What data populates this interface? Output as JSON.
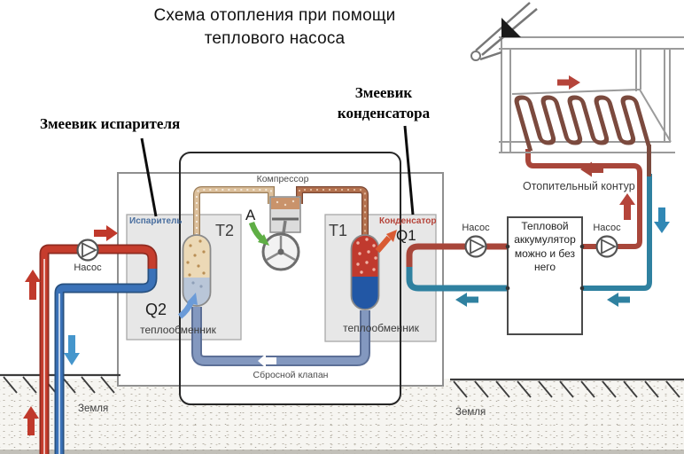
{
  "title": {
    "line1": "Схема отопления при помощи",
    "line2": "теплового насоса"
  },
  "annotations": {
    "evaporator_coil": "Змеевик испарителя",
    "condenser_coil_line1": "Змеевик",
    "condenser_coil_line2": "конденсатора"
  },
  "heat_pump": {
    "compressor": "Компрессор",
    "evaporator": "Испаритель",
    "condenser": "Конденсатор",
    "tank_left": "T2",
    "tank_right": "T1",
    "point_a": "A",
    "heat_in": "Q2",
    "heat_out": "Q1",
    "heat_exchanger_left": "теплообменник",
    "heat_exchanger_right": "теплообменник",
    "relief_valve": "Сбросной клапан"
  },
  "ground_loop": {
    "pump": "Насос",
    "ground_left": "Земля",
    "ground_right": "Земля"
  },
  "distribution": {
    "pump_left": "Насос",
    "pump_right": "Насос",
    "accumulator": "Тепловой аккумулятор можно и без него"
  },
  "house": {
    "heating_circuit": "Отопительный контур"
  },
  "colors": {
    "ground_supply_red": "#c63d2d",
    "ground_return_blue": "#3b72b8",
    "secondary_hot_red": "#a8463a",
    "secondary_cold_teal": "#2f81a0",
    "relief_pipe_steel": "#8398bf",
    "suction_gas_tan": "#dcc09c",
    "discharge_gas_brown": "#b4724f",
    "floor_coil_brown": "#7b4a3e",
    "panel_gray": "#e7e7e7",
    "evaporator_label_blue": "#4a6f9f",
    "condenser_label_red": "#b5443a",
    "arrow_green": "#5fae45",
    "q2_arrow_blue": "#6b9bd8",
    "q1_arrow_orange": "#d95b33",
    "tank_hot_fill": "#c03a2e",
    "tank_cold_fill": "#2257a5"
  }
}
